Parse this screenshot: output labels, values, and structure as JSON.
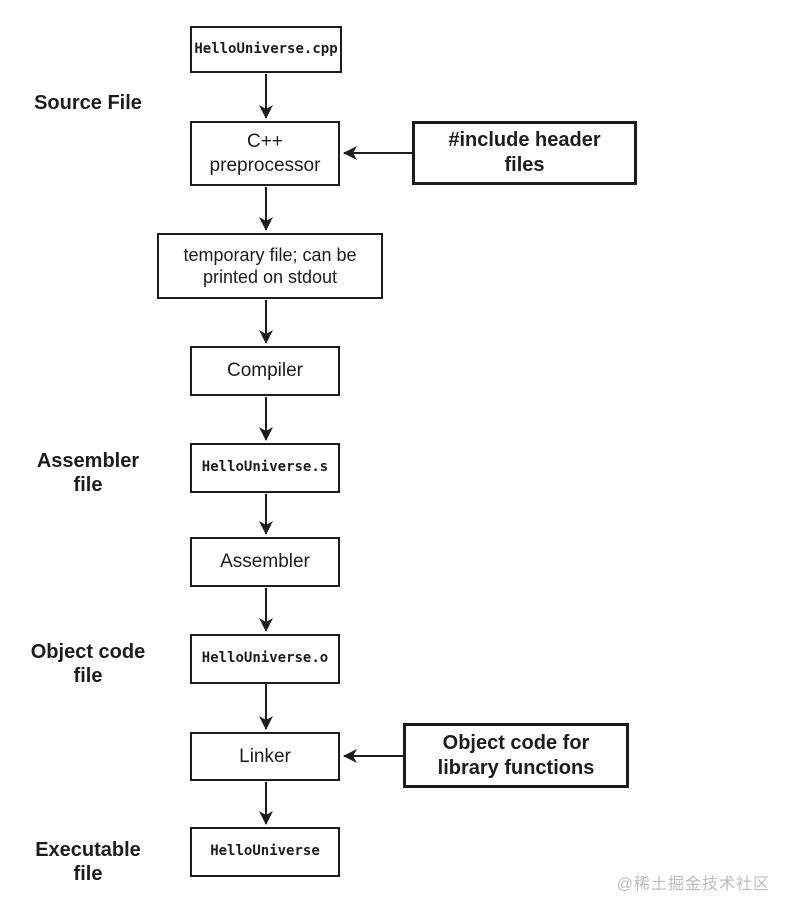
{
  "nodes": {
    "source": "HelloUniverse.cpp",
    "preprocessor": "C++\npreprocessor",
    "include_headers": "#include header\nfiles",
    "temp_file": "temporary file; can be\nprinted on stdout",
    "compiler": "Compiler",
    "assembly_file": "HelloUniverse.s",
    "assembler": "Assembler",
    "object_file": "HelloUniverse.o",
    "linker": "Linker",
    "library_object": "Object code for\nlibrary functions",
    "executable": "HelloUniverse"
  },
  "side_labels": {
    "source_file": "Source File",
    "assembler_file": "Assembler\nfile",
    "object_code_file": "Object code\nfile",
    "executable_file": "Executable\nfile"
  },
  "watermark": "@稀土掘金技术社区",
  "colors": {
    "line": "#1c1c1c",
    "text": "#1c1c1c",
    "background": "#ffffff",
    "watermark": "#bdbdbd"
  }
}
